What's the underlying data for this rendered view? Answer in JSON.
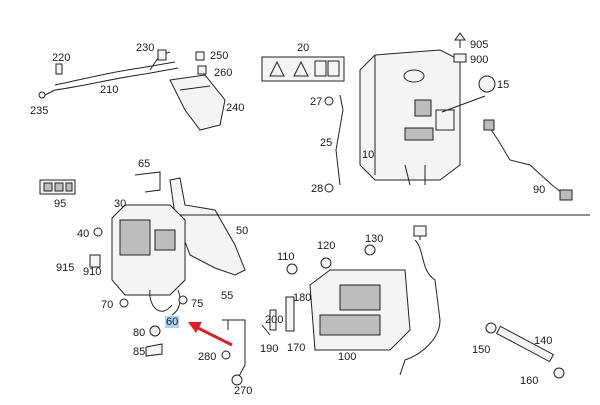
{
  "diagram": {
    "callouts": [
      {
        "id": "p220",
        "text": "220"
      },
      {
        "id": "p230",
        "text": "230"
      },
      {
        "id": "p250",
        "text": "250"
      },
      {
        "id": "p260",
        "text": "260"
      },
      {
        "id": "p210",
        "text": "210"
      },
      {
        "id": "p235",
        "text": "235"
      },
      {
        "id": "p240",
        "text": "240"
      },
      {
        "id": "p20",
        "text": "20"
      },
      {
        "id": "p905",
        "text": "905"
      },
      {
        "id": "p900",
        "text": "900"
      },
      {
        "id": "p15",
        "text": "15"
      },
      {
        "id": "p27",
        "text": "27"
      },
      {
        "id": "p25",
        "text": "25"
      },
      {
        "id": "p10",
        "text": "10"
      },
      {
        "id": "p28",
        "text": "28"
      },
      {
        "id": "p90",
        "text": "90"
      },
      {
        "id": "p65",
        "text": "65"
      },
      {
        "id": "p95",
        "text": "95"
      },
      {
        "id": "p30",
        "text": "30"
      },
      {
        "id": "p40",
        "text": "40"
      },
      {
        "id": "p50",
        "text": "50"
      },
      {
        "id": "p915",
        "text": "915"
      },
      {
        "id": "p910",
        "text": "910"
      },
      {
        "id": "p55",
        "text": "55"
      },
      {
        "id": "p70",
        "text": "70"
      },
      {
        "id": "p75",
        "text": "75"
      },
      {
        "id": "p60",
        "text": "60",
        "highlight": true
      },
      {
        "id": "p80",
        "text": "80"
      },
      {
        "id": "p85",
        "text": "85"
      },
      {
        "id": "p110",
        "text": "110"
      },
      {
        "id": "p120",
        "text": "120"
      },
      {
        "id": "p130",
        "text": "130"
      },
      {
        "id": "p180",
        "text": "180"
      },
      {
        "id": "p200",
        "text": "200"
      },
      {
        "id": "p190",
        "text": "190"
      },
      {
        "id": "p170",
        "text": "170"
      },
      {
        "id": "p100",
        "text": "100"
      },
      {
        "id": "p280",
        "text": "280"
      },
      {
        "id": "p270",
        "text": "270"
      },
      {
        "id": "p140",
        "text": "140"
      },
      {
        "id": "p150",
        "text": "150"
      },
      {
        "id": "p160",
        "text": "160"
      }
    ],
    "colors": {
      "line": "#222222",
      "arrow": "#e02020",
      "highlight": "#a9d3f3"
    },
    "icons": [
      "warning-label-icon",
      "battery-warning-label-icon",
      "red-pointer-arrow-icon"
    ]
  }
}
